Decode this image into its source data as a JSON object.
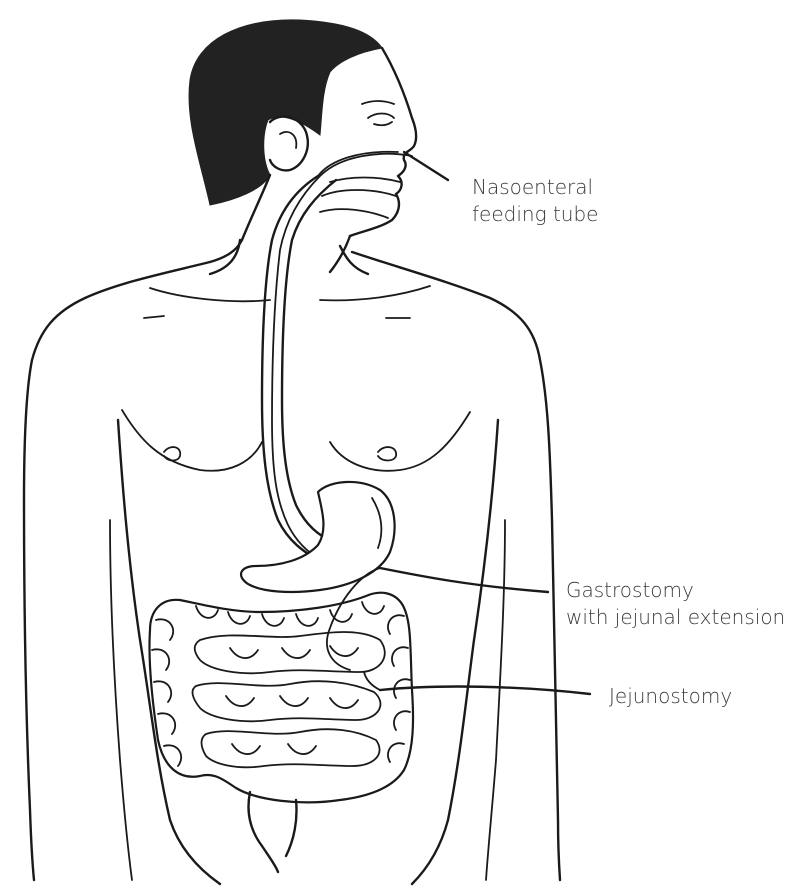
{
  "labels": {
    "nasoenteral": {
      "line1": "Nasoenteral",
      "line2": "feeding tube"
    },
    "gastrostomy": {
      "line1": "Gastrostomy",
      "line2": "with jejunal extension"
    },
    "jejunostomy": {
      "text": "Jejunostomy"
    }
  },
  "colors": {
    "line": "#1a1a1a",
    "hair": "#222222",
    "label_text": "#3a3a3a",
    "background": "#ffffff"
  }
}
